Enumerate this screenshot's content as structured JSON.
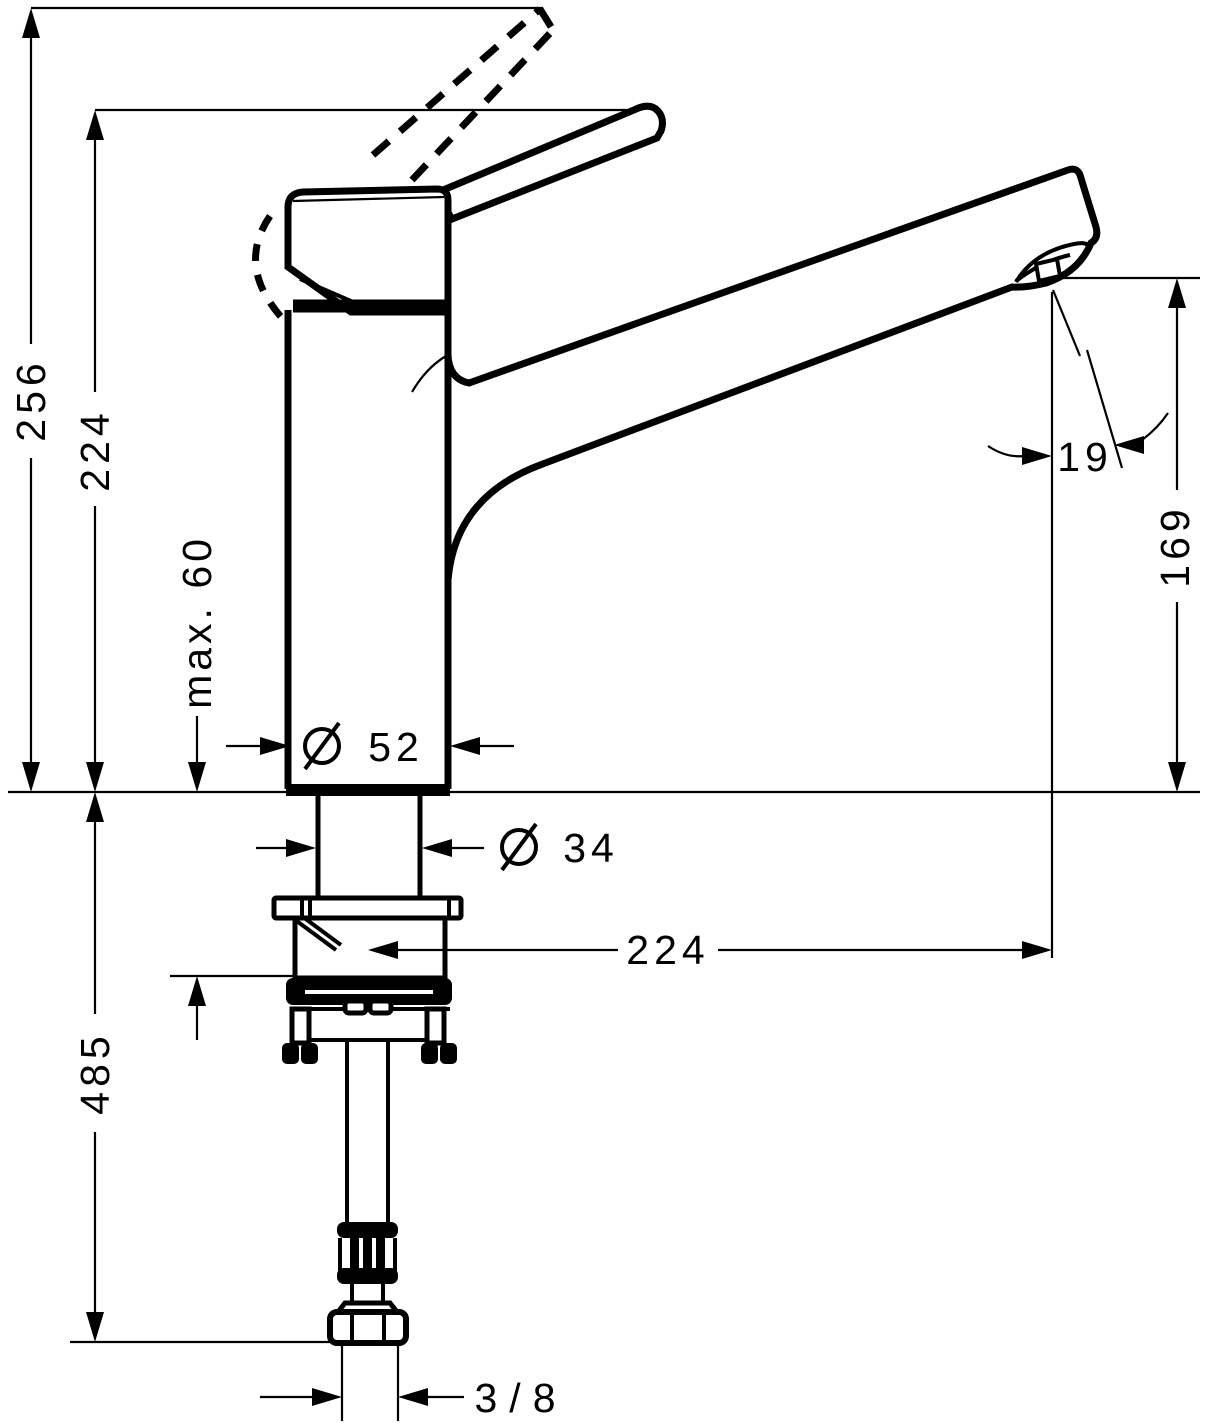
{
  "page": {
    "background_color": "#ffffff",
    "line_color": "#000000"
  },
  "drawing": {
    "kind": "technical dimension drawing",
    "dimensions": {
      "overall_height": "256",
      "spout_top_height": "224",
      "mounting_thickness": "max. 60",
      "body_diameter_value": "52",
      "shank_diameter_value": "34",
      "spout_reach": "224",
      "outlet_offset": "19",
      "outlet_height": "169",
      "hose_length": "485",
      "connection_size": "3/8"
    }
  }
}
